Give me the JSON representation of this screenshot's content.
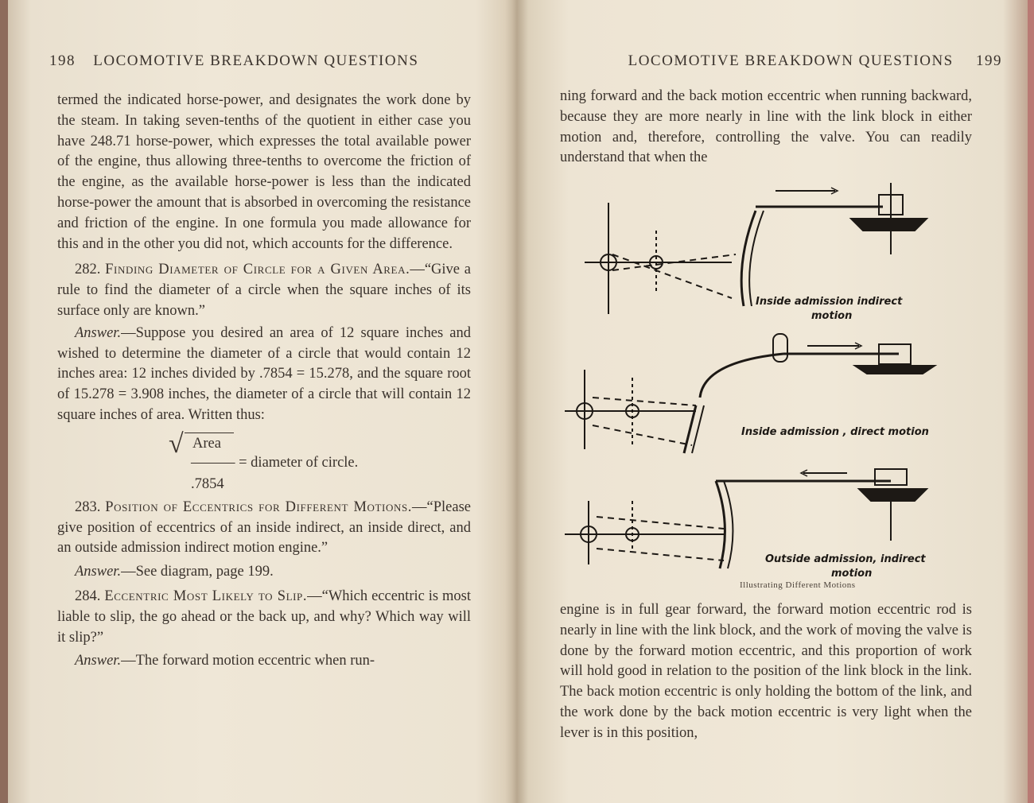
{
  "left_page": {
    "page_number": "198",
    "running_head": "LOCOMOTIVE BREAKDOWN QUESTIONS",
    "para1": "termed the indicated horse-power, and designates the work done by the steam. In taking seven-tenths of the quotient in either case you have 248.71 horse-power, which expresses the total available power of the engine, thus allowing three-tenths to overcome the friction of the engine, as the available horse-power is less than the indicated horse-power the amount that is absorbed in overcoming the resistance and friction of the engine. In one formula you made allowance for this and in the other you did not, which accounts for the difference.",
    "q282_number": "282.",
    "q282_heading": "Finding Diameter of Circle for a Given Area.",
    "q282_question": "—“Give a rule to find the diameter of a circle when the square inches of its surface only are known.”",
    "q282_answer_label": "Answer.",
    "q282_answer": "—Suppose you desired an area of 12 square inches and wished to determine the diameter of a circle that would contain 12 inches area: 12 inches divided by .7854 = 15.278, and the square root of 15.278 = 3.908 inches, the diameter of a circle that will contain 12 square inches of area. Written thus:",
    "formula_numerator": "Area",
    "formula_equals": "——— = diameter of circle.",
    "formula_denominator": ".7854",
    "q283_number": "283.",
    "q283_heading": "Position of Eccentrics for Different Motions.",
    "q283_question": "—“Please give position of eccentrics of an inside indirect, an inside direct, and an outside admission indirect motion engine.”",
    "q283_answer_label": "Answer.",
    "q283_answer": "—See diagram, page 199.",
    "q284_number": "284.",
    "q284_heading": "Eccentric Most Likely to Slip.",
    "q284_question": "—“Which eccentric is most liable to slip, the go ahead or the back up, and why? Which way will it slip?”",
    "q284_answer_label": "Answer.",
    "q284_answer": "—The forward motion eccentric when run-"
  },
  "right_page": {
    "page_number": "199",
    "running_head": "LOCOMOTIVE BREAKDOWN QUESTIONS",
    "para_top": "ning forward and the back motion eccentric when running backward, because they are more nearly in line with the link block in either motion and, therefore, controlling the valve. You can readily understand that when the",
    "diagram_label_1a": "Inside admission indirect",
    "diagram_label_1b": "motion",
    "diagram_label_2": "Inside admission , direct motion",
    "diagram_label_3a": "Outside admission, indirect",
    "diagram_label_3b": "motion",
    "caption": "Illustrating Different Motions",
    "para_bottom": "engine is in full gear forward, the forward motion eccentric rod is nearly in line with the link block, and the work of moving the valve is done by the forward motion eccentric, and this proportion of work will hold good in relation to the position of the link block in the link. The back motion eccentric is only holding the bottom of the link, and the work done by the back motion eccentric is very light when the lever is in this position,"
  }
}
